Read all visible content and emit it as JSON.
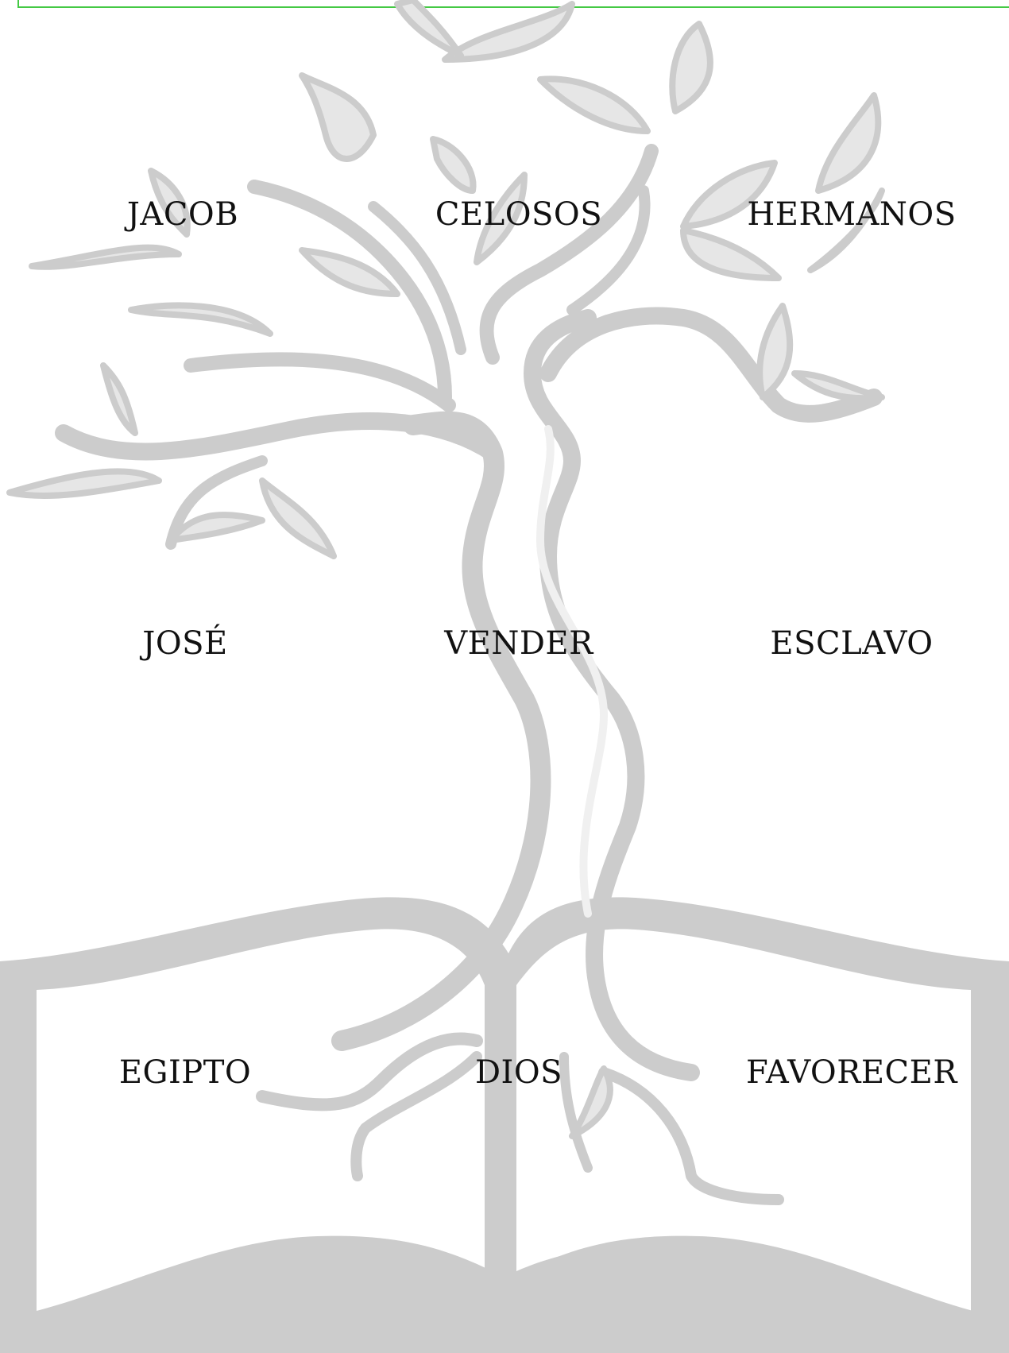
{
  "colors": {
    "art_gray": "#cccccc",
    "leaf_fill": "#e6e6e6",
    "highlight": "#f0f0f0",
    "frame_green": "#44c944",
    "text": "#111111"
  },
  "words": {
    "jacob": "JACOB",
    "celosos": "CELOSOS",
    "hermanos": "HERMANOS",
    "jose": "JOSÉ",
    "vender": "VENDER",
    "esclavo": "ESCLAVO",
    "egipto": "EGIPTO",
    "dios": "DIOS",
    "favorecer": "FAVORECER"
  }
}
